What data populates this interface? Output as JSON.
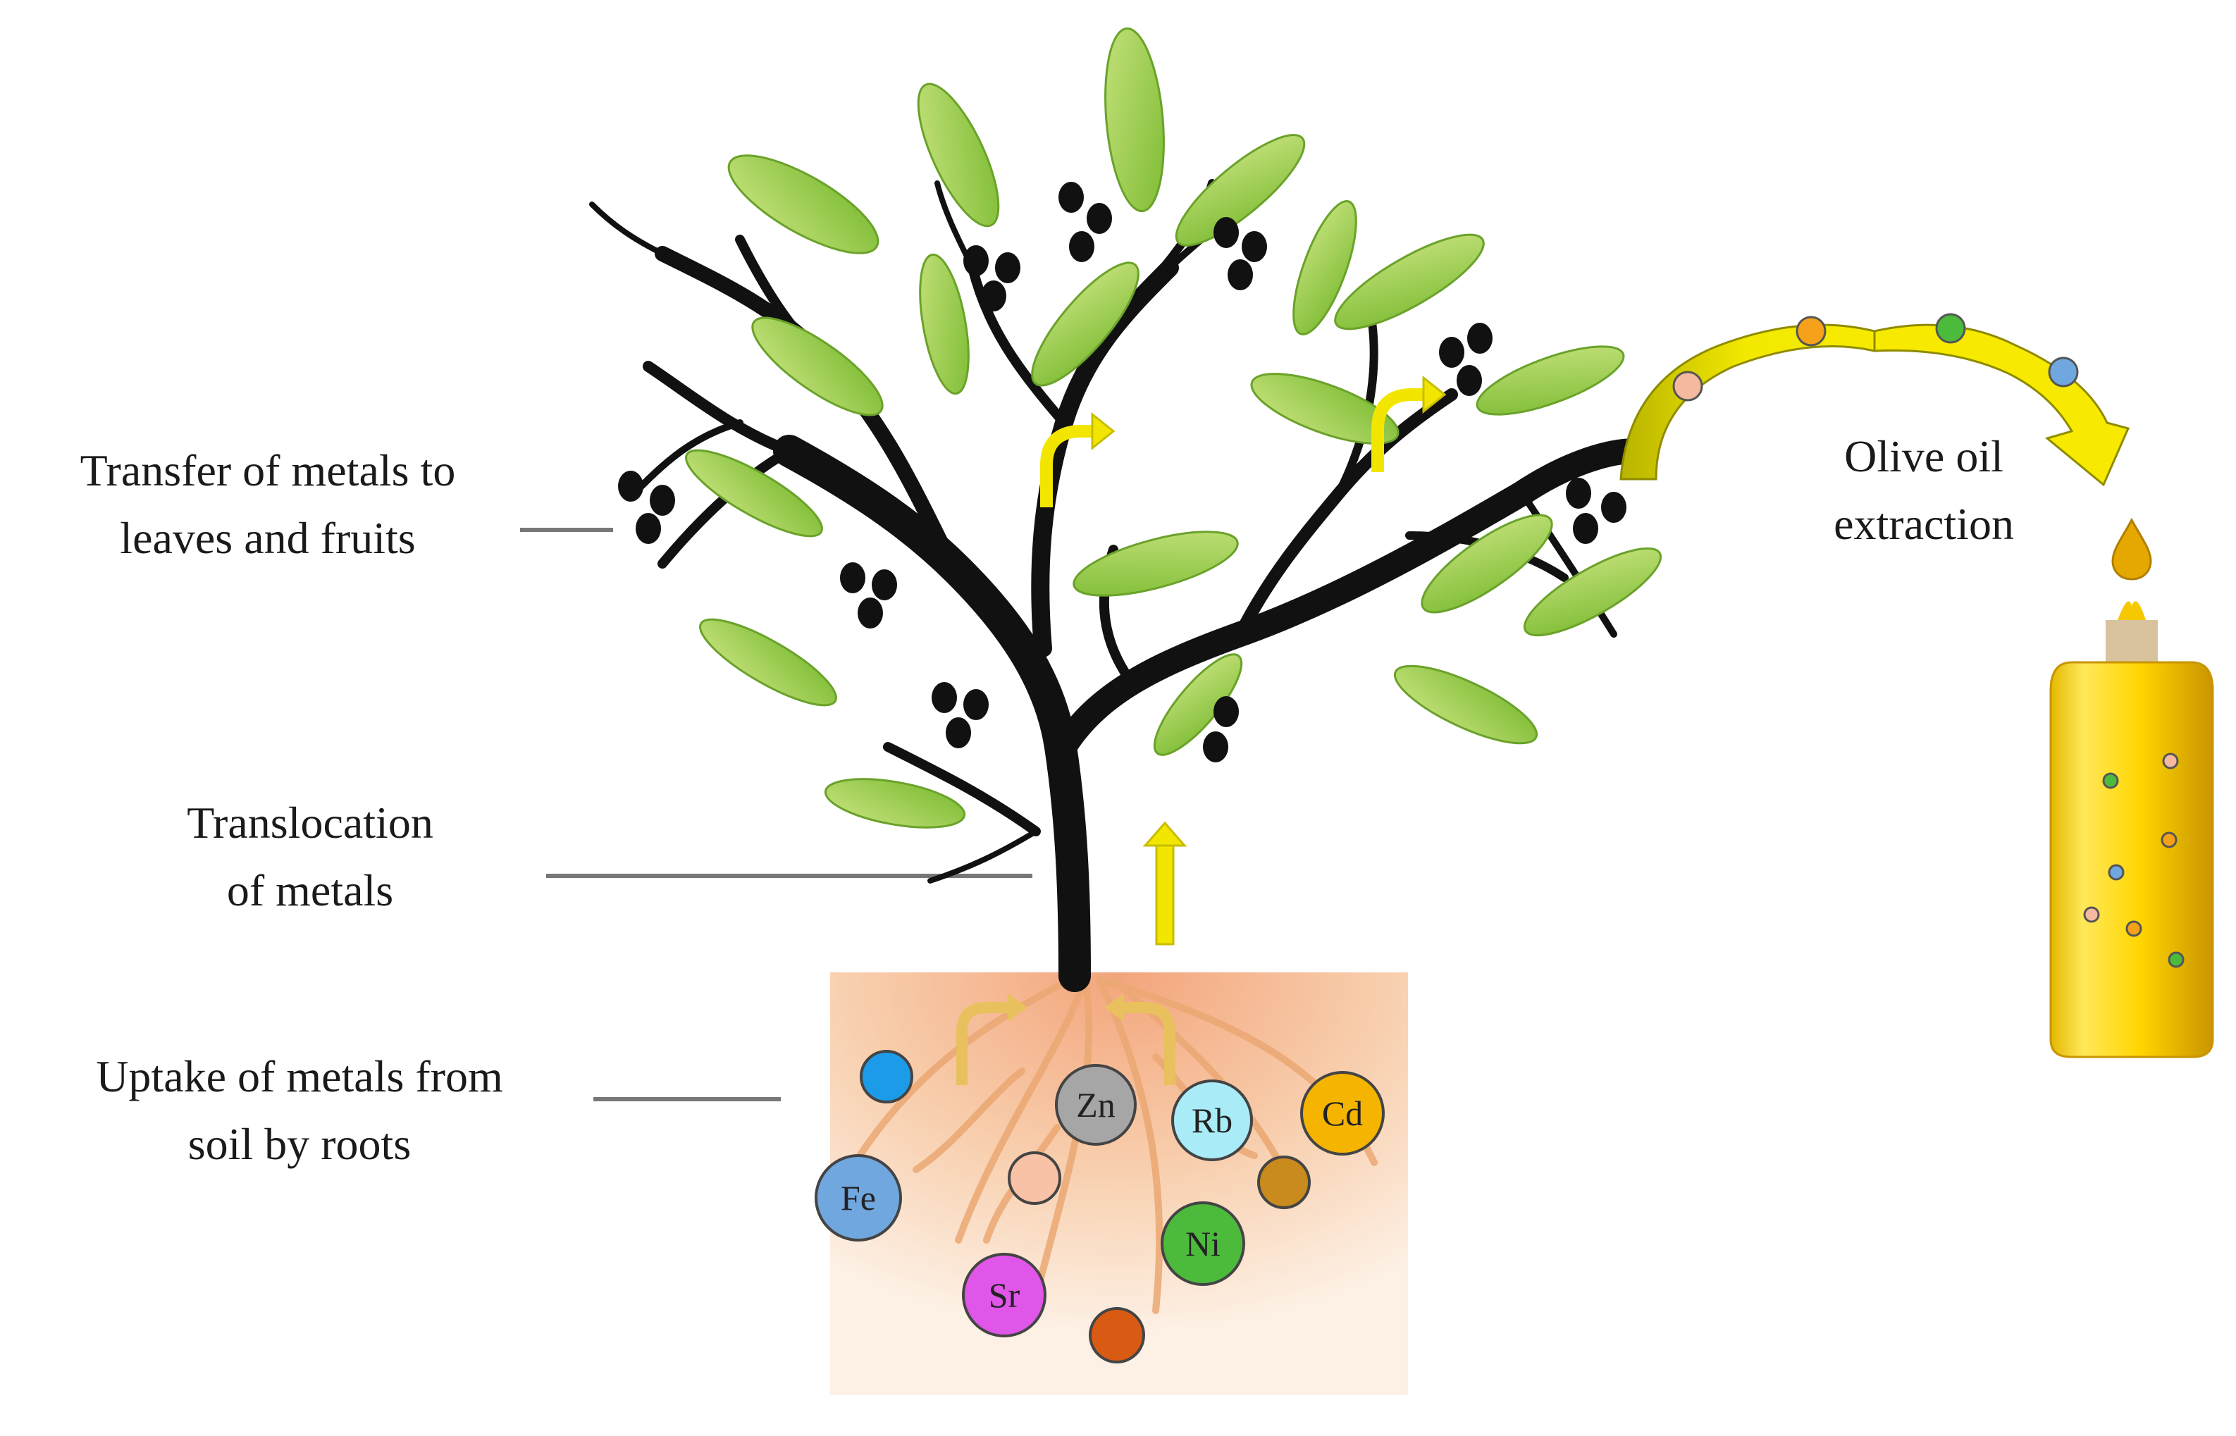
{
  "labels": {
    "transfer": {
      "line1": "Transfer of metals to",
      "line2": "leaves and fruits"
    },
    "translocation": {
      "line1": "Translocation",
      "line2": "of metals"
    },
    "uptake": {
      "line1": "Uptake of metals from",
      "line2": "soil by roots"
    },
    "extraction": {
      "line1": "Olive oil",
      "line2": "extraction"
    }
  },
  "metals": [
    {
      "symbol": "Zn",
      "color": "#a6a6a6"
    },
    {
      "symbol": "Rb",
      "color": "#a9ecf7"
    },
    {
      "symbol": "Cd",
      "color": "#f5b400"
    },
    {
      "symbol": "Fe",
      "color": "#6fa7de"
    },
    {
      "symbol": "Ni",
      "color": "#4cbb3c"
    },
    {
      "symbol": "Sr",
      "color": "#e056e8"
    }
  ],
  "colors": {
    "leaf": "#8cc63f",
    "leaf_light": "#b7dc6a",
    "trunk": "#111111",
    "olive": "#111111",
    "arrow_yellow": "#f2e600",
    "soil": "#f7c9a5",
    "oil": "#f3d000"
  },
  "icons": [
    "olive-tree-icon",
    "curved-arrow-icon",
    "oil-drop-icon",
    "oil-bottle-icon"
  ]
}
